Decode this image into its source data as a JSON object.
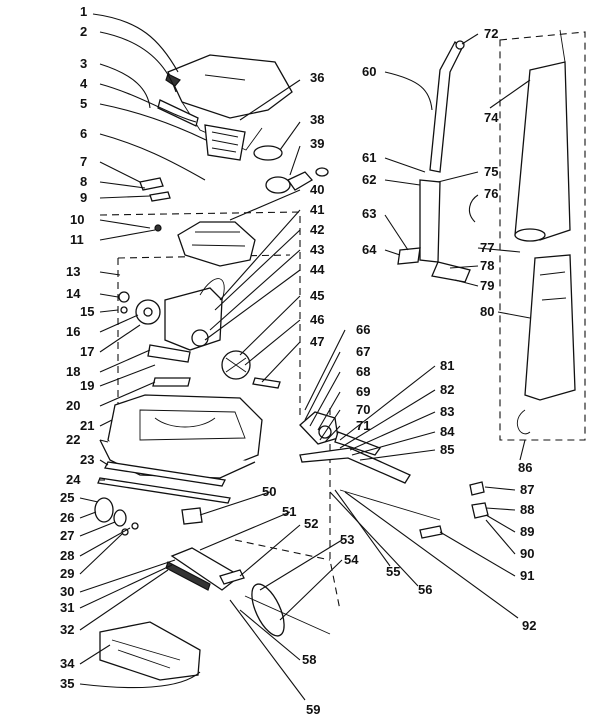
{
  "part_numbers": [
    "1",
    "2",
    "3",
    "4",
    "5",
    "6",
    "7",
    "8",
    "9",
    "10",
    "11",
    "13",
    "14",
    "15",
    "16",
    "17",
    "18",
    "19",
    "20",
    "21",
    "22",
    "23",
    "24",
    "25",
    "26",
    "27",
    "28",
    "29",
    "30",
    "31",
    "32",
    "34",
    "35",
    "36",
    "38",
    "39",
    "40",
    "41",
    "42",
    "43",
    "44",
    "45",
    "46",
    "47",
    "50",
    "51",
    "52",
    "53",
    "54",
    "56",
    "55",
    "58",
    "59",
    "60",
    "61",
    "62",
    "63",
    "64",
    "66",
    "67",
    "68",
    "69",
    "70",
    "71",
    "72",
    "74",
    "75",
    "76",
    "77",
    "78",
    "79",
    "80",
    "81",
    "82",
    "83",
    "84",
    "85",
    "86",
    "87",
    "88",
    "89",
    "90",
    "91",
    "92"
  ],
  "colors": {
    "ink": "#111111",
    "paper": "#ffffff"
  }
}
